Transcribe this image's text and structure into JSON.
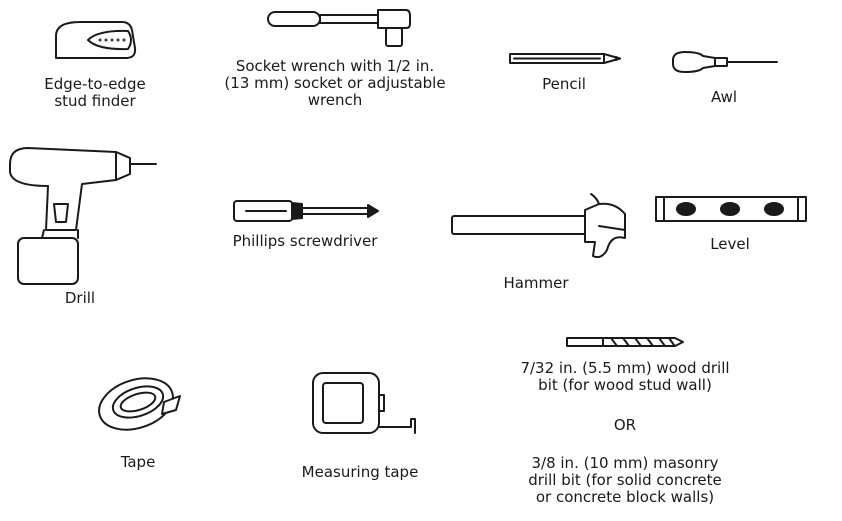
{
  "tools": {
    "stud_finder": [
      "Edge-to-edge",
      "stud finder"
    ],
    "socket_wrench": [
      "Socket wrench with 1/2 in.",
      "(13 mm) socket or adjustable",
      "wrench"
    ],
    "pencil": "Pencil",
    "awl": "Awl",
    "drill": "Drill",
    "screwdriver": "Phillips screwdriver",
    "hammer": "Hammer",
    "level": "Level",
    "tape": "Tape",
    "measuring_tape": "Measuring tape",
    "drill_bit": {
      "wood": [
        "7/32 in. (5.5 mm) wood drill",
        "bit (for wood stud wall)"
      ],
      "or": "OR",
      "masonry": [
        "3/8 in. (10 mm) masonry",
        "drill bit (for solid concrete",
        "or concrete block walls)"
      ]
    }
  }
}
